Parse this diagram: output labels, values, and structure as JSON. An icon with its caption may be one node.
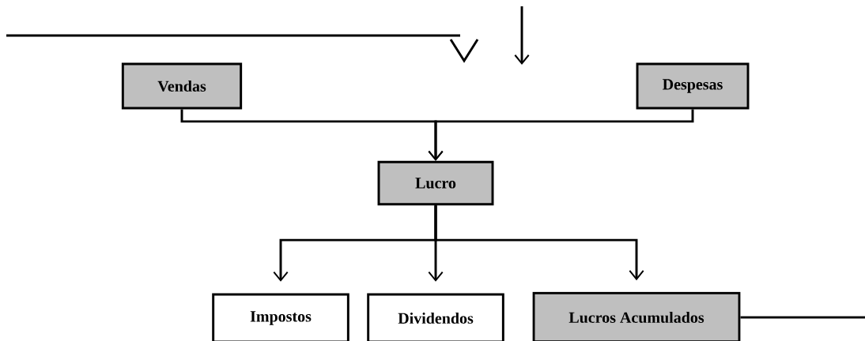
{
  "diagram": {
    "nodes": [
      {
        "text": [
          "Vendas"
        ]
      },
      {
        "text": [
          "Despesas"
        ]
      },
      {
        "text": [
          "Lucro"
        ]
      },
      {
        "text": [
          "Impostos"
        ]
      },
      {
        "text": [
          "Dividendos"
        ]
      },
      {
        "text": [
          "Lucros Acumulados"
        ]
      }
    ],
    "edges": [
      {
        "from": 0,
        "to": 2,
        "arrow": "to"
      },
      {
        "from": 1,
        "to": 2,
        "arrow": "to"
      },
      {
        "from": 2,
        "to": 3,
        "arrow": "to"
      },
      {
        "from": 2,
        "to": 4,
        "arrow": "to"
      },
      {
        "from": 2,
        "to": 5,
        "arrow": "to"
      },
      {
        "from": 5,
        "to": null,
        "arrow": "none"
      }
    ]
  }
}
